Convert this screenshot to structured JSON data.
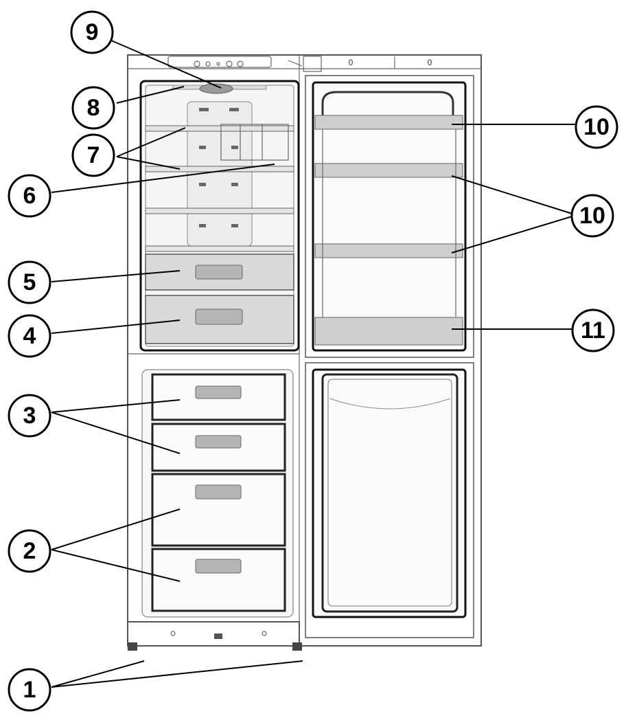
{
  "callouts": [
    {
      "id": "c1",
      "label": "1",
      "name": "adjustable feet"
    },
    {
      "id": "c2",
      "label": "2",
      "name": "freezer drawers lower"
    },
    {
      "id": "c3",
      "label": "3",
      "name": "freezer drawers upper"
    },
    {
      "id": "c4",
      "label": "4",
      "name": "lower crisper drawer"
    },
    {
      "id": "c5",
      "label": "5",
      "name": "upper crisper drawer"
    },
    {
      "id": "c6",
      "label": "6",
      "name": "shelf"
    },
    {
      "id": "c7",
      "label": "7",
      "name": "shelves"
    },
    {
      "id": "c8",
      "label": "8",
      "name": "light"
    },
    {
      "id": "c9",
      "label": "9",
      "name": "control panel"
    },
    {
      "id": "c10a",
      "label": "10",
      "name": "door rack top"
    },
    {
      "id": "c10b",
      "label": "10",
      "name": "door racks middle"
    },
    {
      "id": "c11",
      "label": "11",
      "name": "bottle rack"
    }
  ],
  "control_panel": {
    "dial_labels": [
      "0",
      "0"
    ]
  }
}
